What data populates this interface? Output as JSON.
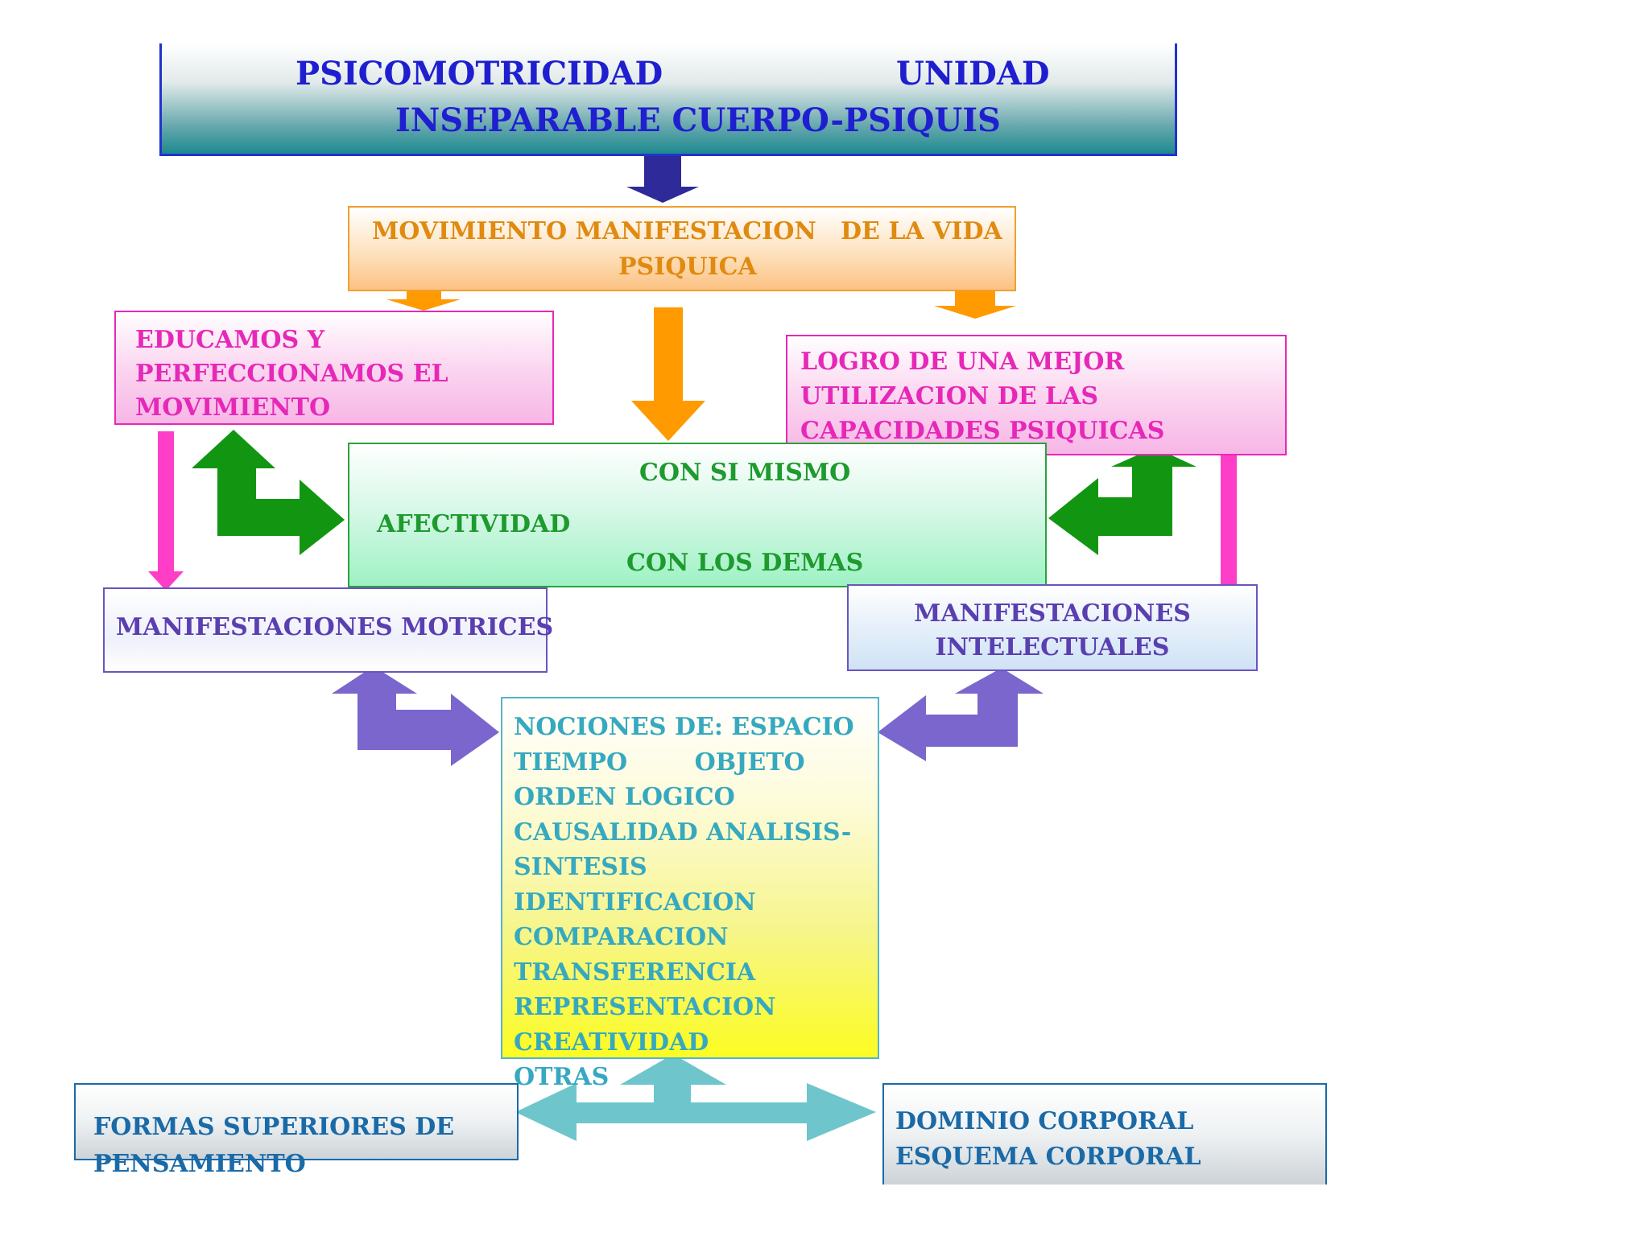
{
  "title_box": {
    "word1": "PSICOMOTRICIDAD",
    "word2": "UNIDAD",
    "line2": "INSEPARABLE CUERPO-PSIQUIS",
    "text_color": "#1f1fd0"
  },
  "movement_box": {
    "part1": "MOVIMIENTO MANIFESTACION",
    "part2": "DE LA VIDA",
    "line2": "PSIQUICA",
    "text_color": "#e08a10"
  },
  "educate_box": {
    "lines": [
      "EDUCAMOS  Y",
      "PERFECCIONAMOS EL",
      "MOVIMIENTO"
    ],
    "text_color": "#e628b8"
  },
  "logro_box": {
    "lines": [
      "LOGRO DE UNA MEJOR",
      "UTILIZACION DE LAS",
      "CAPACIDADES PSIQUICAS"
    ],
    "text_color": "#e628b8"
  },
  "afectividad_box": {
    "center": "AFECTIVIDAD",
    "top": "CON SI MISMO",
    "bottom": "CON LOS DEMAS",
    "text_color": "#1e9a2e"
  },
  "motrices_box": {
    "label": "MANIFESTACIONES MOTRICES",
    "text_color": "#5a3fb0"
  },
  "intelectuales_box": {
    "lines": [
      "MANIFESTACIONES",
      "INTELECTUALES"
    ],
    "text_color": "#5a3fb0"
  },
  "nociones_box": {
    "lines": [
      "NOCIONES DE: ESPACIO",
      "TIEMPO        OBJETO",
      "ORDEN LOGICO",
      "CAUSALIDAD ANALISIS-",
      "SINTESIS",
      "IDENTIFICACION",
      "COMPARACION",
      "TRANSFERENCIA",
      "REPRESENTACION",
      "CREATIVIDAD",
      "OTRAS"
    ],
    "text_color": "#36a9c0"
  },
  "formas_box": {
    "lines": [
      "FORMAS SUPERIORES DE",
      "PENSAMIENTO"
    ],
    "text_color": "#1a6aa8"
  },
  "dominio_box": {
    "lines": [
      "DOMINIO CORPORAL",
      "ESQUEMA CORPORAL"
    ],
    "text_color": "#1a6aa8"
  },
  "colors": {
    "navy_arrow": "#2f2a9a",
    "orange_arrow": "#ff9a00",
    "pink_arrow": "#ff3ec8",
    "green_arrow": "#129612",
    "purple_arrow": "#7a66cc",
    "teal_arrow": "#6ec6cc"
  }
}
